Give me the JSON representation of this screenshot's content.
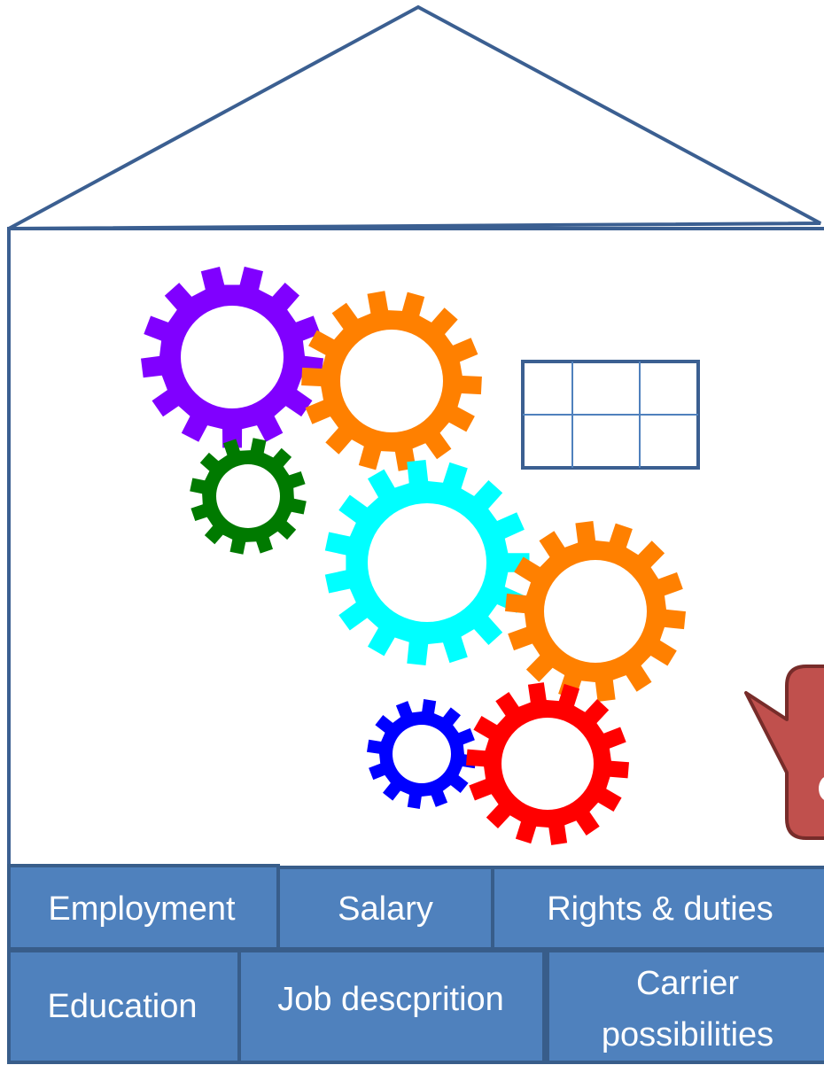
{
  "blocks": {
    "row1": [
      "Employment",
      "Salary",
      "Rights & duties"
    ],
    "row2_education": "Education",
    "row2_job": "Job descprition",
    "row2_carrier_line1": "Carrier",
    "row2_carrier_line2": "possibilities"
  },
  "colors": {
    "house_stroke": "#3b5f91",
    "block_fill": "#4f81bd",
    "block_stroke": "#385d8a",
    "callout_fill": "#c0504d",
    "callout_stroke": "#772c2a",
    "window_stroke": "#3b5f91"
  },
  "gears": [
    {
      "name": "purple-gear",
      "color": "#8000ff",
      "teeth": 13
    },
    {
      "name": "orange-gear-top",
      "color": "#ff8000",
      "teeth": 14
    },
    {
      "name": "green-gear",
      "color": "#007a00",
      "teeth": 12
    },
    {
      "name": "cyan-gear",
      "color": "#00ffff",
      "teeth": 15
    },
    {
      "name": "orange-gear-right",
      "color": "#ff8000",
      "teeth": 14
    },
    {
      "name": "blue-gear",
      "color": "#0000ff",
      "teeth": 12
    },
    {
      "name": "red-gear",
      "color": "#ff0000",
      "teeth": 14
    }
  ]
}
